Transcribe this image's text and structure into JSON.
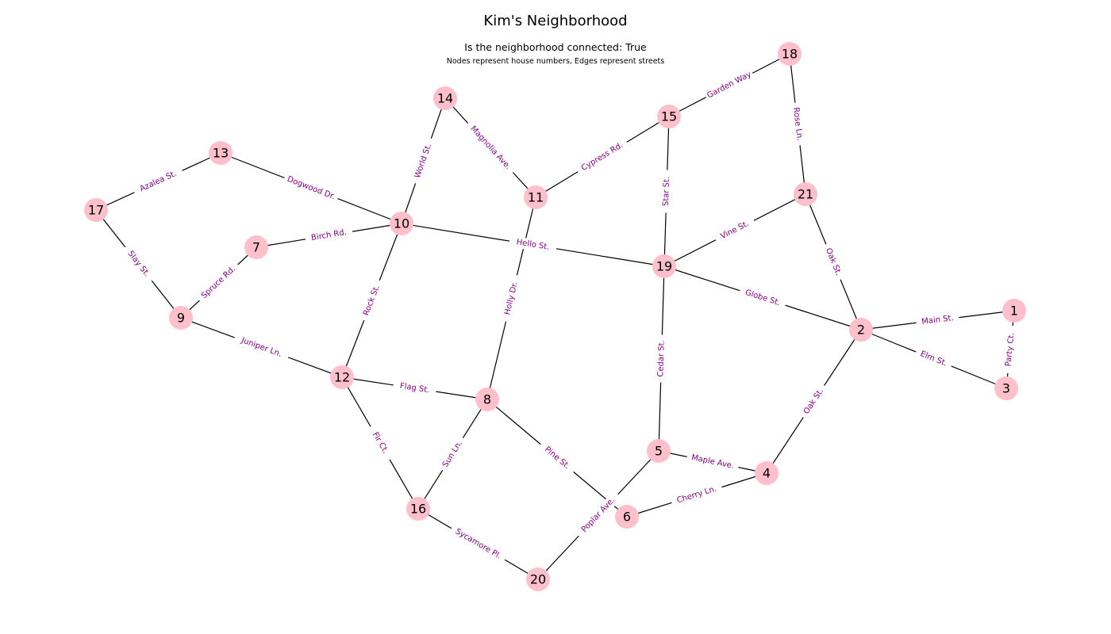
{
  "header": {
    "title": "Kim's Neighborhood",
    "subtitle": "Is the neighborhood connected: True",
    "caption": "Nodes represent house numbers, Edges represent streets"
  },
  "colors": {
    "node_fill": "#ffc0cb",
    "edge_stroke": "#000000",
    "edge_label": "#800080"
  },
  "nodes": [
    "1",
    "2",
    "3",
    "4",
    "5",
    "6",
    "7",
    "8",
    "9",
    "10",
    "11",
    "12",
    "13",
    "14",
    "15",
    "16",
    "17",
    "18",
    "19",
    "20",
    "21"
  ],
  "edges": [
    {
      "source": "1",
      "target": "2",
      "label": "Main St."
    },
    {
      "source": "1",
      "target": "3",
      "label": "Party Ct."
    },
    {
      "source": "2",
      "target": "3",
      "label": "Elm St."
    },
    {
      "source": "2",
      "target": "21",
      "label": "Oak St."
    },
    {
      "source": "2",
      "target": "19",
      "label": "Globe St."
    },
    {
      "source": "2",
      "target": "4",
      "label": "Oak St."
    },
    {
      "source": "4",
      "target": "5",
      "label": "Maple Ave."
    },
    {
      "source": "4",
      "target": "6",
      "label": "Cherry Ln."
    },
    {
      "source": "5",
      "target": "19",
      "label": "Cedar St."
    },
    {
      "source": "5",
      "target": "20",
      "label": "Poplar Ave."
    },
    {
      "source": "6",
      "target": "8",
      "label": "Pine St."
    },
    {
      "source": "8",
      "target": "12",
      "label": "Flag St."
    },
    {
      "source": "8",
      "target": "16",
      "label": "Sun Ln."
    },
    {
      "source": "8",
      "target": "11",
      "label": "Holly Dr."
    },
    {
      "source": "12",
      "target": "16",
      "label": "Fir Ct."
    },
    {
      "source": "16",
      "target": "20",
      "label": "Sycamore Pl."
    },
    {
      "source": "12",
      "target": "10",
      "label": "Rock St."
    },
    {
      "source": "12",
      "target": "9",
      "label": "Juniper Ln."
    },
    {
      "source": "9",
      "target": "7",
      "label": "Spruce Rd."
    },
    {
      "source": "9",
      "target": "17",
      "label": "Slay St."
    },
    {
      "source": "17",
      "target": "13",
      "label": "Azalea St."
    },
    {
      "source": "13",
      "target": "10",
      "label": "Dogwood Dr."
    },
    {
      "source": "7",
      "target": "10",
      "label": "Birch Rd."
    },
    {
      "source": "10",
      "target": "14",
      "label": "World St."
    },
    {
      "source": "10",
      "target": "19",
      "label": "Hello St."
    },
    {
      "source": "14",
      "target": "11",
      "label": "Magnolia Ave."
    },
    {
      "source": "11",
      "target": "15",
      "label": "Cypress Rd."
    },
    {
      "source": "15",
      "target": "18",
      "label": "Garden Way"
    },
    {
      "source": "15",
      "target": "19",
      "label": "Star St."
    },
    {
      "source": "18",
      "target": "21",
      "label": "Rose Ln."
    },
    {
      "source": "19",
      "target": "21",
      "label": "Vine St."
    }
  ]
}
